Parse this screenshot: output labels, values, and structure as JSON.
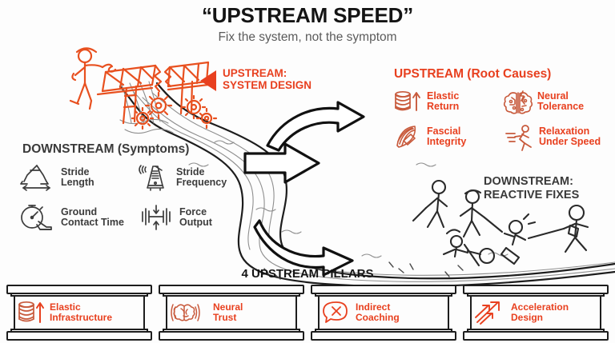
{
  "colors": {
    "accent_orange": "#E8401F",
    "icon_terracotta": "#C85A3C",
    "dark_text": "#3A3A3A",
    "title_black": "#141414",
    "subtitle_gray": "#5B5B5B",
    "background": "#FDFDFD"
  },
  "header": {
    "title": "“UPSTREAM SPEED”",
    "subtitle": "Fix the system, not the symptom"
  },
  "upstream_design": {
    "label_line1": "UPSTREAM:",
    "label_line2": "SYSTEM DESIGN",
    "pointer_icon": "left-triangle-icon"
  },
  "root_causes": {
    "title": "UPSTREAM (Root Causes)",
    "items": [
      {
        "label_line1": "Elastic",
        "label_line2": "Return",
        "icon": "spring-coil-up-arrow-icon"
      },
      {
        "label_line1": "Neural",
        "label_line2": "Tolerance",
        "icon": "brain-circuit-icon"
      },
      {
        "label_line1": "Fascial",
        "label_line2": "Integrity",
        "icon": "muscle-fascia-icon"
      },
      {
        "label_line1": "Relaxation",
        "label_line2": "Under Speed",
        "icon": "running-figure-icon"
      }
    ]
  },
  "downstream_symptoms": {
    "title": "DOWNSTREAM (Symptoms)",
    "items": [
      {
        "label_line1": "Stride",
        "label_line2": "Length",
        "icon": "stride-legs-icon"
      },
      {
        "label_line1": "Stride",
        "label_line2": "Frequency",
        "icon": "metronome-icon"
      },
      {
        "label_line1": "Ground",
        "label_line2": "Contact Time",
        "icon": "stopwatch-foot-icon"
      },
      {
        "label_line1": "Force",
        "label_line2": "Output",
        "icon": "barbell-icon"
      }
    ]
  },
  "downstream_reactive": {
    "label_line1": "DOWNSTREAM:",
    "label_line2": "REACTIVE FIXES"
  },
  "pillars_section": {
    "title": "4 UPSTREAM PILLARS",
    "pillars": [
      {
        "label_line1": "Elastic",
        "label_line2": "Infrastructure",
        "icon": "spring-coil-up-arrow-icon"
      },
      {
        "label_line1": "Neural",
        "label_line2": "Trust",
        "icon": "brain-waves-icon"
      },
      {
        "label_line1": "Indirect",
        "label_line2": "Coaching",
        "icon": "speech-bubble-x-icon"
      },
      {
        "label_line1": "Acceleration",
        "label_line2": "Design",
        "icon": "rising-arrows-icon"
      }
    ]
  },
  "illustration": {
    "bridge_scene": "worker-repairing-broken-bridge-with-gears",
    "river_scene": "winding-river-with-waterfall",
    "rescue_scene": "people-rescuing-swimmers-downstream",
    "flow_arrows": [
      "curved-arrow-up-right",
      "straight-arrow-right",
      "curved-arrow-down-right"
    ]
  }
}
